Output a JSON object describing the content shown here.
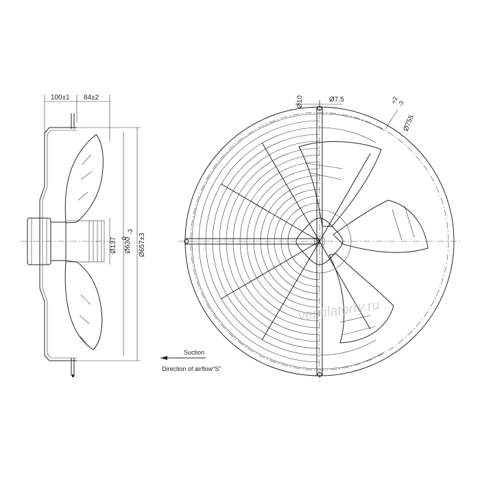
{
  "side_view": {
    "dim_depth_1": "100±1",
    "dim_depth_2": "84±2",
    "dim_hub": "Ø137",
    "dim_inner": "Ø630",
    "dim_inner_tol": "-3",
    "dim_inner_tol_top": "0",
    "dim_outer": "Ø657±3"
  },
  "front_view": {
    "dim_hole": "Ø10",
    "dim_slot": "Ø7.5",
    "dim_bolt_circle": "Ø755",
    "dim_bolt_tol": "+2",
    "dim_bolt_tol_bottom": "-3"
  },
  "airflow": {
    "suction_label": "Suction",
    "direction_label": "Direction of airflow\"S\""
  },
  "watermark": {
    "text": "ventilatorry.ru"
  }
}
